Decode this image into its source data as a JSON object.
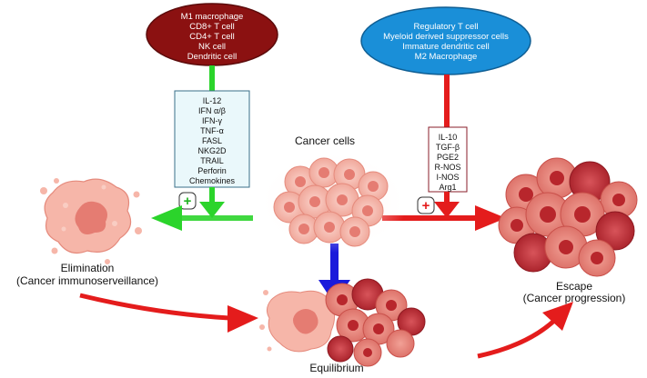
{
  "immune_activators": {
    "cells": [
      "M1 macrophage",
      "CD8+ T cell",
      "CD4+ T cell",
      "NK cell",
      "Dendritic cell"
    ],
    "color": "#8b1111"
  },
  "immune_suppressors": {
    "cells": [
      "Regulatory T cell",
      "Myeloid derived suppressor cells",
      "Immature dendritic cell",
      "M2 Macrophage"
    ],
    "color": "#1a8fd8"
  },
  "activating_factors": {
    "items": [
      "IL-12",
      "IFN α/β",
      "IFN-γ",
      "TNF-α",
      "FASL",
      "NKG2D",
      "TRAIL",
      "Perforin",
      "Chemokines"
    ],
    "sign": "+",
    "color": "#2bd42b"
  },
  "suppressive_factors": {
    "items": [
      "IL-10",
      "TGF-β",
      "PGE2",
      "R-NOS",
      "I-NOS",
      "Arg1"
    ],
    "sign": "+",
    "color": "#e41c1c"
  },
  "center": {
    "label": "Cancer cells"
  },
  "phases": {
    "elimination": {
      "title": "Elimination",
      "subtitle": "(Cancer immunoserveillance)"
    },
    "equilibrium": {
      "title": "Equilibrium"
    },
    "escape": {
      "title": "Escape",
      "subtitle": "(Cancer progression)"
    }
  },
  "colors": {
    "green_arrow": "#2bd42b",
    "red_arrow": "#e41c1c",
    "blue_arrow": "#1a1adb",
    "cell_light": "#f4a79a",
    "cell_mid": "#e57c72",
    "cell_dark": "#b8262c"
  }
}
